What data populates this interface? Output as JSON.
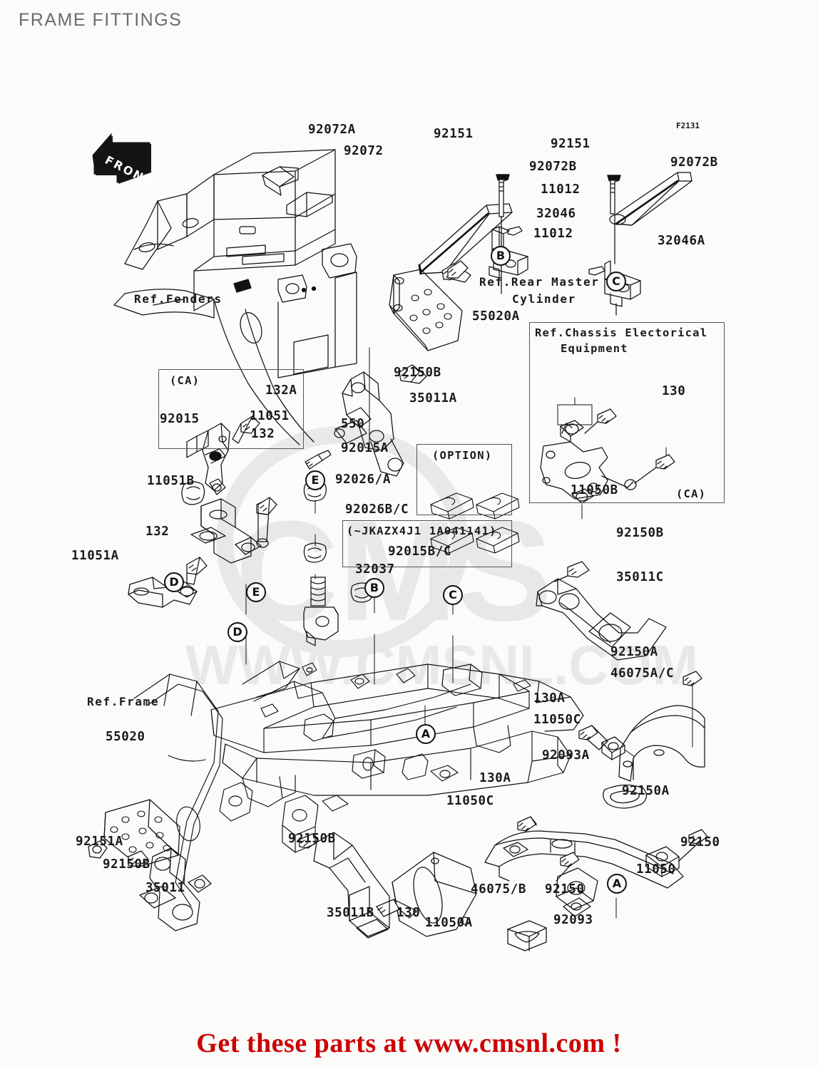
{
  "page": {
    "title": "FRAME FITTINGS",
    "footer": "Get these parts at www.cmsnl.com !",
    "watermark": "CMSNL.COM",
    "title_color": "#6b6b6b",
    "footer_color": "#cc0000"
  },
  "front_badge": {
    "text": "FRONT"
  },
  "references": {
    "fenders": "Ref.Fenders",
    "frame": "Ref.Frame",
    "rear_master_1": "Ref.Rear Master",
    "rear_master_2": "Cylinder"
  },
  "boxes": {
    "chassis": {
      "title_line1": "Ref.Chassis Electorical",
      "title_line2": "Equipment",
      "part_130": "130",
      "part_11050b": "11050B",
      "market": "(CA)"
    },
    "ca_left": {
      "market": "(CA)",
      "part_132a": "132A",
      "part_11051": "11051",
      "part_92015": "92015",
      "part_132": "132"
    },
    "option": {
      "title": "(OPTION)"
    },
    "serial": {
      "range": "(~JKAZX4J1  1A041141)",
      "part_92015bc": "92015B/C"
    }
  },
  "callouts": [
    {
      "id": "B1",
      "letter": "B"
    },
    {
      "id": "C1",
      "letter": "C"
    },
    {
      "id": "E1",
      "letter": "E"
    },
    {
      "id": "E2",
      "letter": "E"
    },
    {
      "id": "D1",
      "letter": "D"
    },
    {
      "id": "D2",
      "letter": "D"
    },
    {
      "id": "B2",
      "letter": "B"
    },
    {
      "id": "C2",
      "letter": "C"
    },
    {
      "id": "A1",
      "letter": "A"
    },
    {
      "id": "A2",
      "letter": "A"
    }
  ],
  "labels": {
    "l_92072a": "92072A",
    "l_92072": "92072",
    "l_92151_left": "92151",
    "l_92151_right": "92151",
    "l_92072b_left": "92072B",
    "l_92072b_right": "92072B",
    "l_f2131": "F2131",
    "l_11012_a": "11012",
    "l_11012_b": "11012",
    "l_32046": "32046",
    "l_32046a": "32046A",
    "l_55020a": "55020A",
    "l_92150b_1": "92150B",
    "l_35011a": "35011A",
    "l_550": "550",
    "l_92015a": "92015A",
    "l_92026a": "92026/A",
    "l_92026bc": "92026B/C",
    "l_11051b": "11051B",
    "l_11051a": "11051A",
    "l_132_low": "132",
    "l_32037": "32037",
    "l_92150b_2": "92150B",
    "l_35011c": "35011C",
    "l_92150a_1": "92150A",
    "l_46075ac": "46075A/C",
    "l_130a_1": "130A",
    "l_11050c_1": "11050C",
    "l_92093a": "92093A",
    "l_130a_2": "130A",
    "l_11050c_2": "11050C",
    "l_92150a_2": "92150A",
    "l_92150_right": "92150",
    "l_11050": "11050",
    "l_55020": "55020",
    "l_92151a": "92151A",
    "l_92150b_3": "92150B",
    "l_35011": "35011",
    "l_92150b_4": "92150B",
    "l_35011b": "35011B",
    "l_130_bot": "130",
    "l_11050a": "11050A",
    "l_46075b": "46075/B",
    "l_92150_bot": "92150",
    "l_92093": "92093"
  }
}
